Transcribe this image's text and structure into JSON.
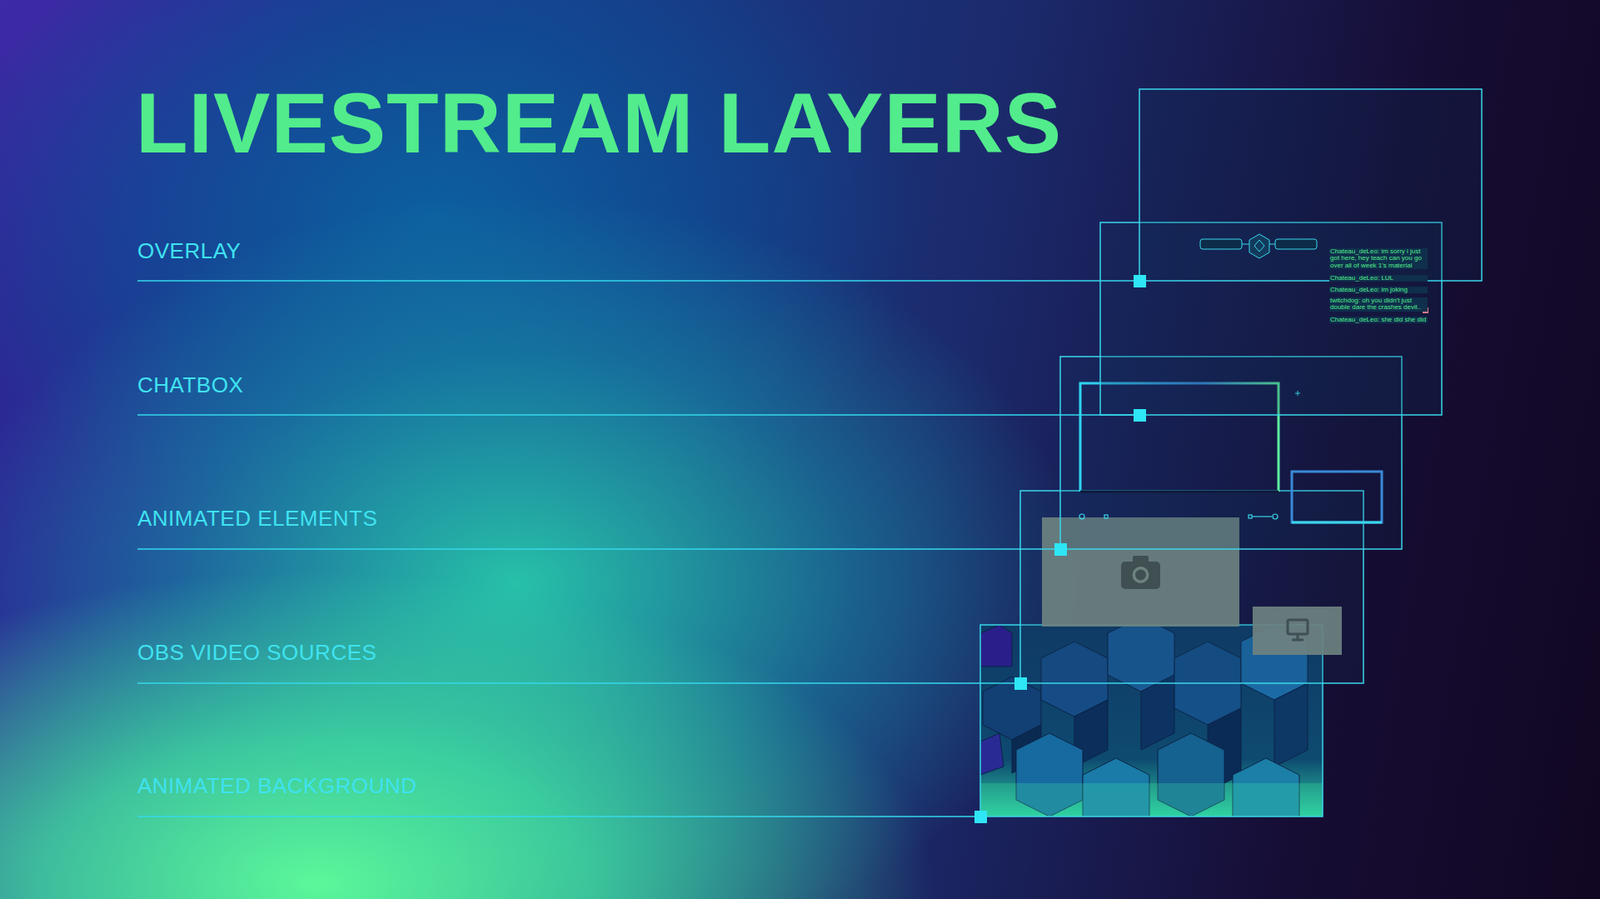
{
  "diagram": {
    "title": "LIVESTREAM LAYERS",
    "labels": [
      "OVERLAY",
      "CHATBOX",
      "ANIMATED ELEMENTS",
      "OBS VIDEO SOURCES",
      "ANIMATED BACKGROUND",
      "Chateau_deLeo: im sorry i just got here, hey teach can you go over all of week 1's material",
      "Chateau_deLeo: LUL",
      "Chateau_deLeo: im joking",
      "twitchdog: oh you didn't just double dare the crashes devil..",
      "Chateau_deLeo: she did she did"
    ]
  }
}
